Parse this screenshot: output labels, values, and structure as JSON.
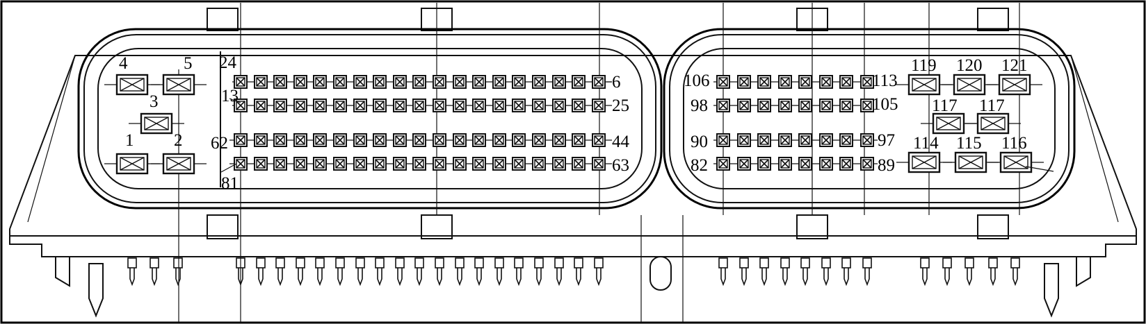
{
  "colors": {
    "line": "#111111",
    "background": "#ffffff"
  },
  "pin_labels": {
    "p1": "1",
    "p2": "2",
    "p3": "3",
    "p4": "4",
    "p5": "5",
    "p24": "24",
    "p13": "13",
    "p62": "62",
    "p81": "81",
    "p6": "6",
    "p25": "25",
    "p44": "44",
    "p63": "63",
    "p106": "106",
    "p98": "98",
    "p90": "90",
    "p82": "82",
    "p113": "113",
    "p105": "105",
    "p97": "97",
    "p89": "89",
    "p119": "119",
    "p120": "120",
    "p121": "121",
    "p117a": "117",
    "p117b": "117",
    "p114": "114",
    "p115": "115",
    "p116": "116"
  }
}
